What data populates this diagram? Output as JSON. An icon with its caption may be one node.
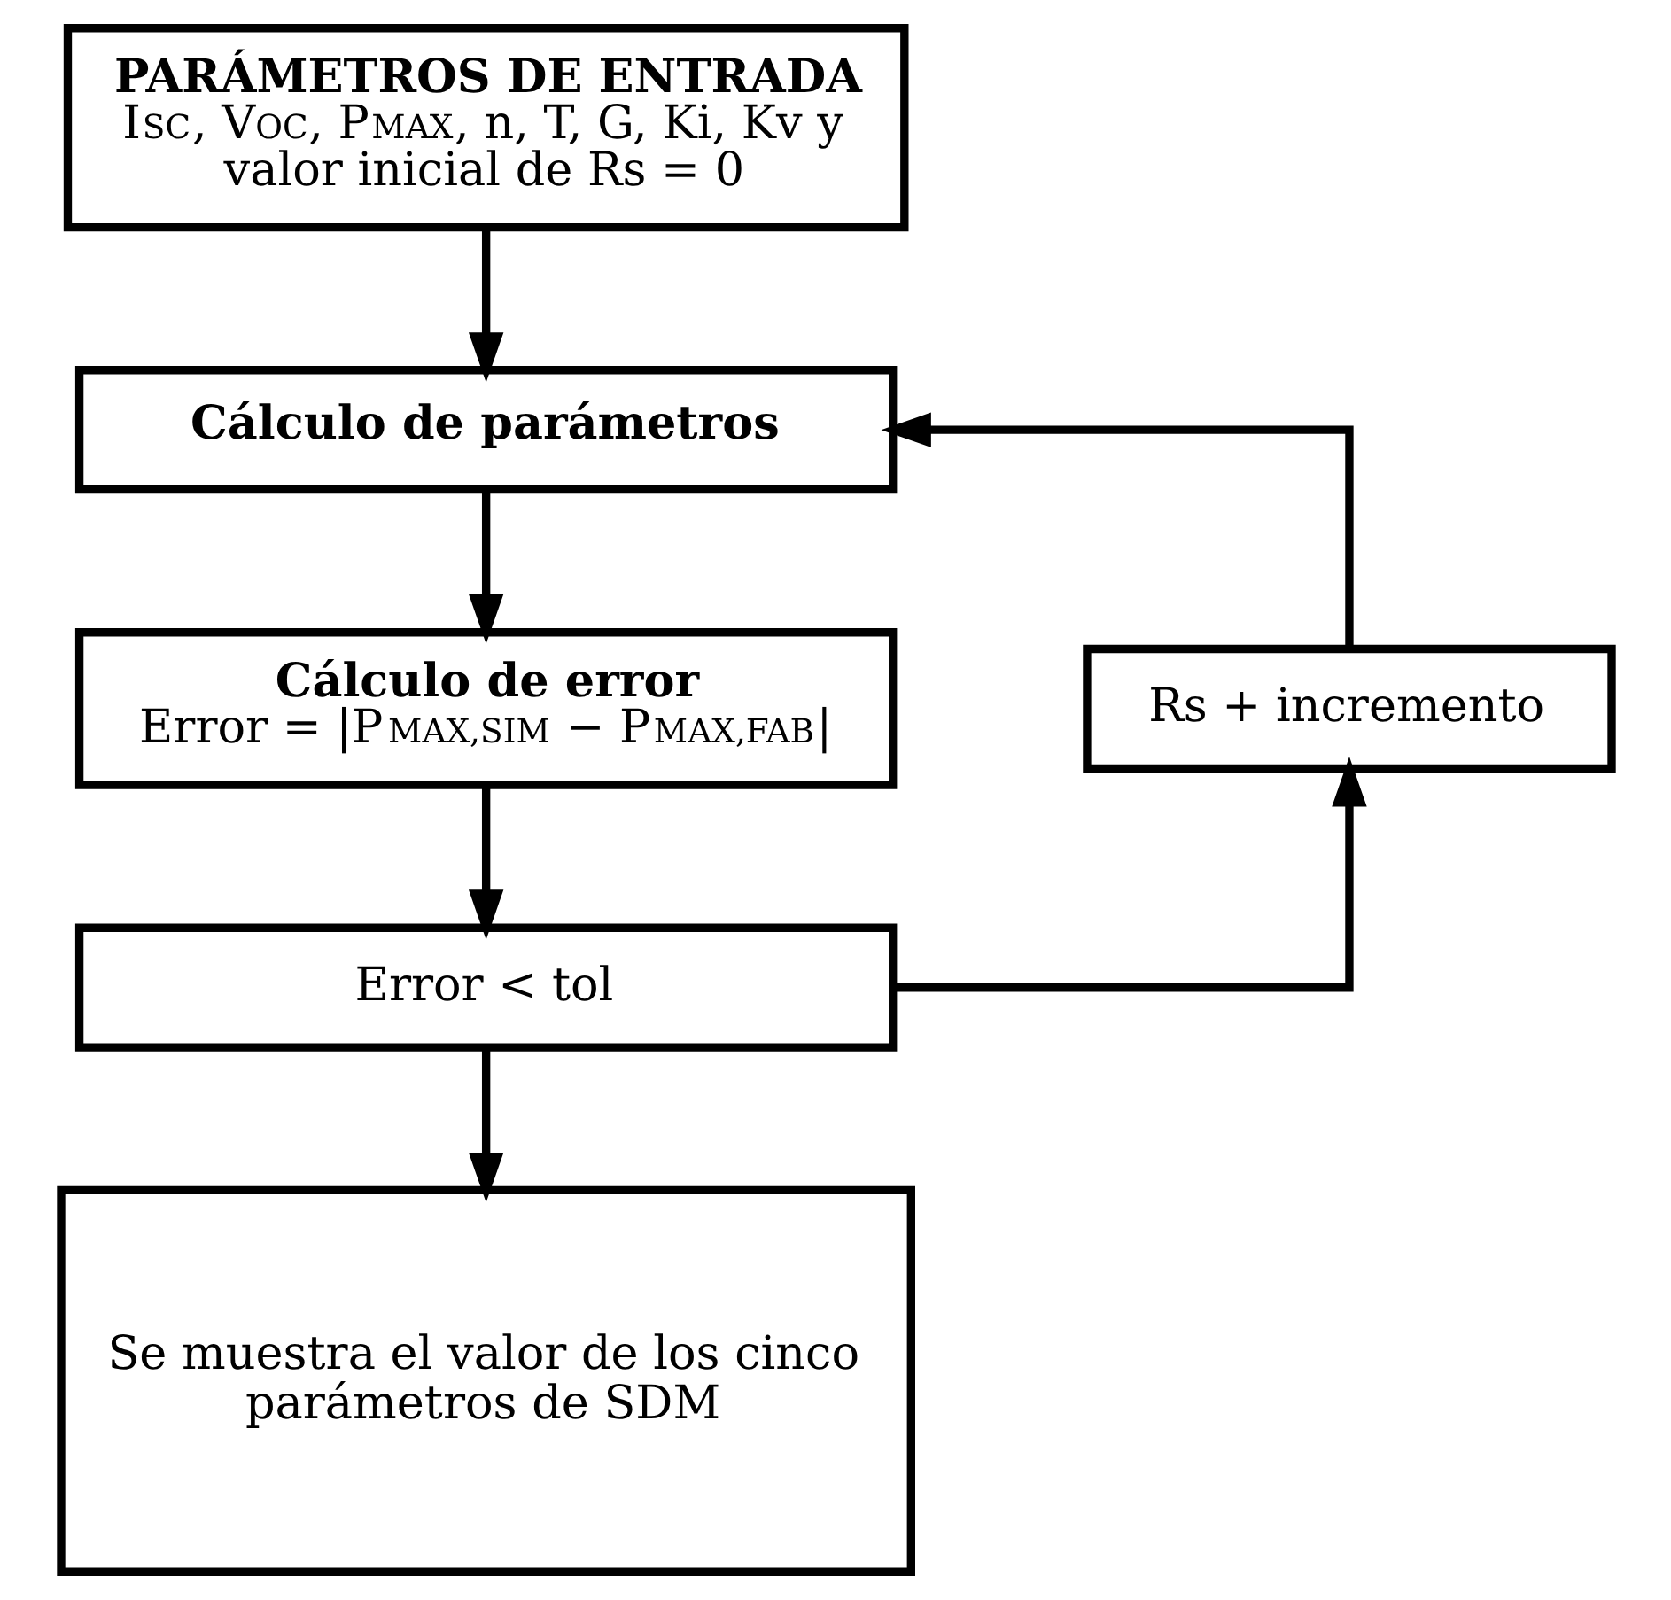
{
  "diagram": {
    "nodes": [
      {
        "text": [
          "PARÁMETROS DE ENTRADA",
          "I$_{SC}$, V$_{OC}$, P$_{MAX}$, n, T, G, Ki, Kv y valor inicial de Rs = 0"
        ]
      },
      {
        "text": [
          "Cálculo de parámetros"
        ]
      },
      {
        "text": [
          "Cálculo de error",
          "Error = |P$_{MAX,SIM}$ − P$_{MAX,FAB}$|"
        ]
      },
      {
        "text": [
          "Rs + incremento"
        ]
      },
      {
        "text": [
          "Error < tol"
        ]
      },
      {
        "text": [
          "Se muestra el valor de los cinco parámetros de SDM"
        ]
      }
    ],
    "edges": [
      {
        "from": 0,
        "to": 1,
        "arrow": "to"
      },
      {
        "from": 1,
        "to": 2,
        "arrow": "to"
      },
      {
        "from": 2,
        "to": 4,
        "arrow": "to"
      },
      {
        "from": 4,
        "to": 5,
        "arrow": "to"
      },
      {
        "from": 4,
        "to": 3,
        "arrow": "to"
      },
      {
        "from": 3,
        "to": 1,
        "arrow": "to"
      }
    ]
  }
}
